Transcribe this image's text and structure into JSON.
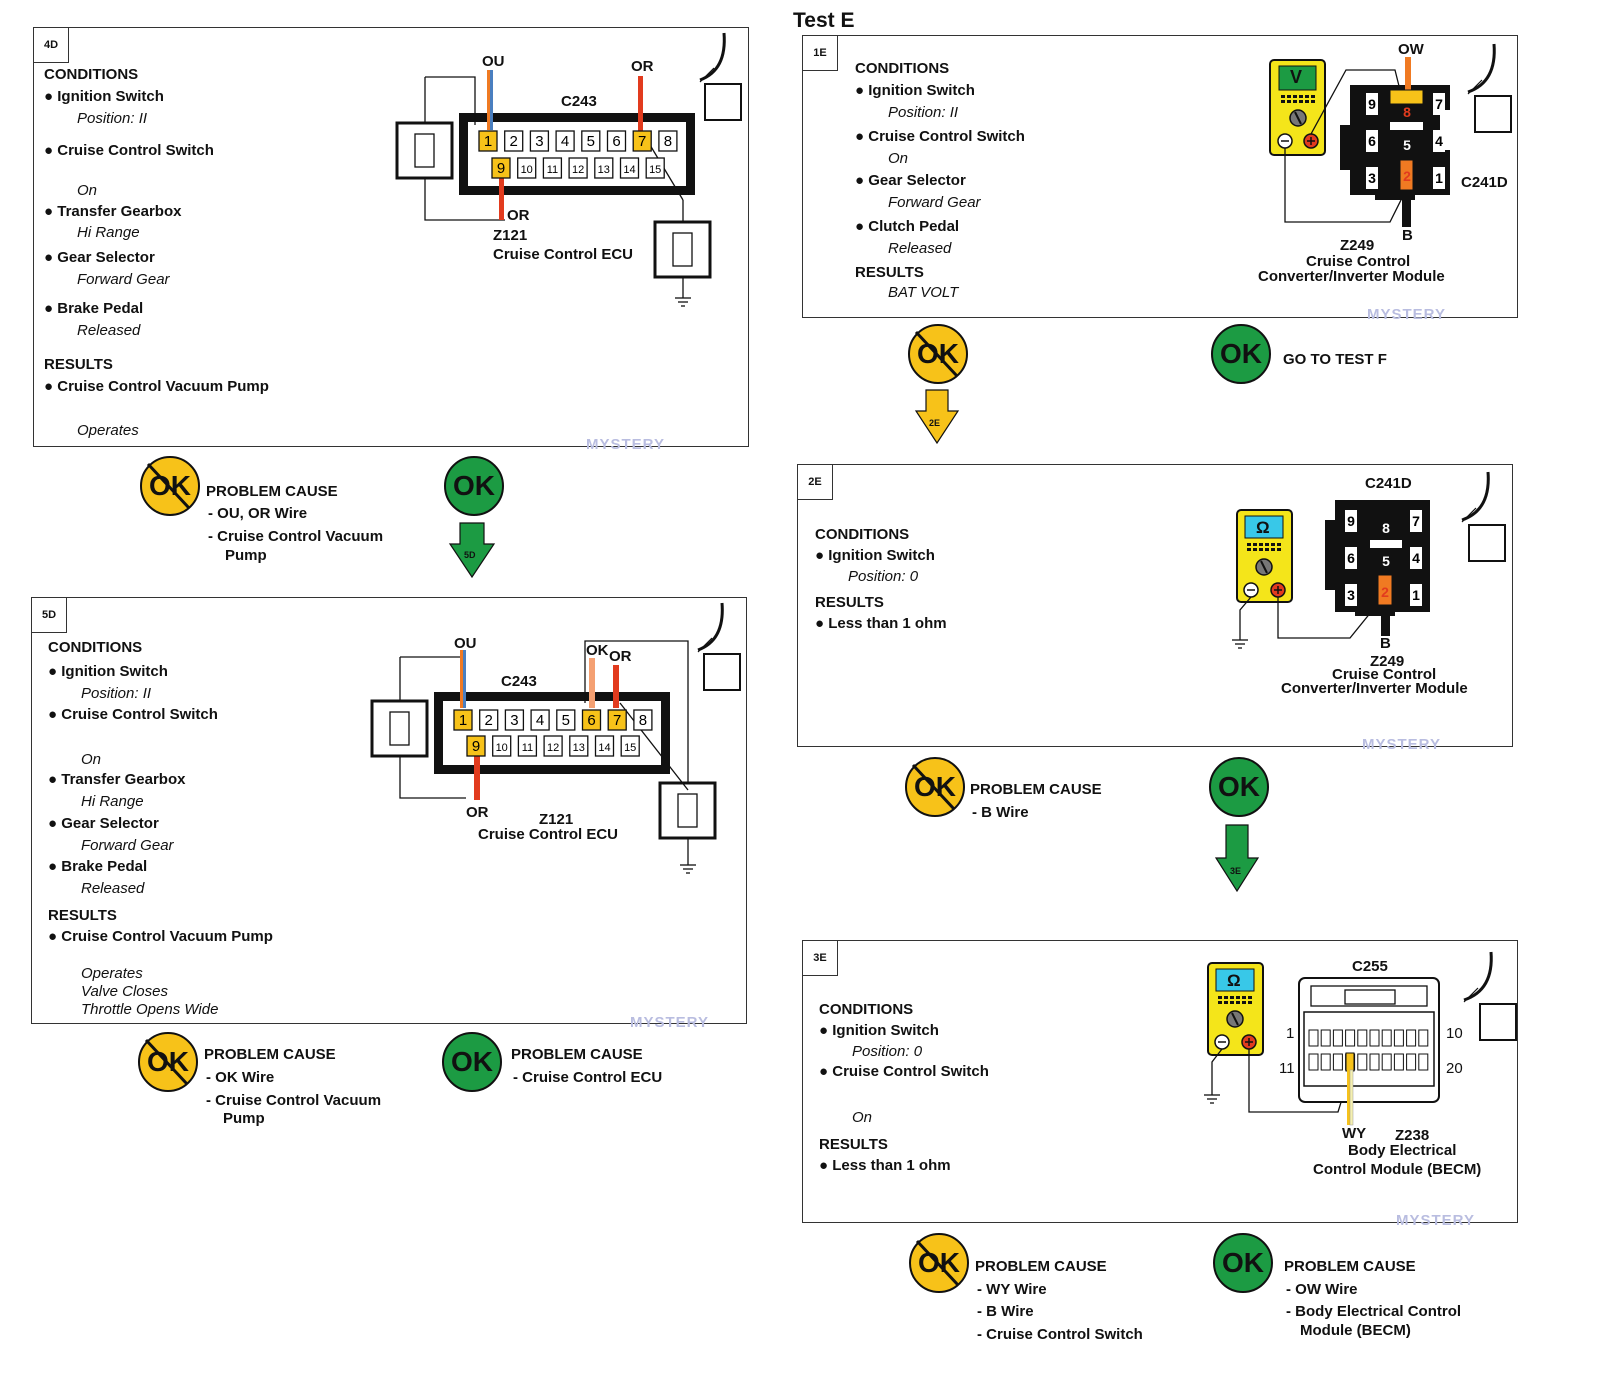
{
  "title": "Test E",
  "watermark": "MYSTERY",
  "ok_label": "OK",
  "labels": {
    "conditions": "CONDITIONS",
    "results": "RESULTS",
    "problem_cause": "PROBLEM CAUSE",
    "goto_f": "GO TO TEST F"
  },
  "p4d": {
    "id": "4D",
    "conds": [
      "Ignition Switch",
      "Position: II",
      "Cruise Control Switch",
      "On",
      "Transfer Gearbox",
      "Hi Range",
      "Gear Selector",
      "Forward Gear",
      "Brake Pedal",
      "Released"
    ],
    "results": [
      "Cruise Control Vacuum Pump",
      "Operates"
    ],
    "wires": [
      "OU",
      "OR",
      "OR"
    ],
    "connector": "C243",
    "module": [
      "Z121",
      "Cruise Control ECU"
    ],
    "pins_top": [
      "1",
      "2",
      "3",
      "4",
      "5",
      "6",
      "7",
      "8"
    ],
    "pins_bot": [
      "9",
      "10",
      "11",
      "12",
      "13",
      "14",
      "15"
    ],
    "nok_cause": [
      "-  OU, OR   Wire",
      "-   Cruise Control Vacuum",
      "Pump"
    ],
    "arrow": "5D"
  },
  "p5d": {
    "id": "5D",
    "conds": [
      "Ignition Switch",
      "Position: II",
      "Cruise Control Switch",
      "On",
      "Transfer Gearbox",
      "Hi Range",
      "Gear Selector",
      "Forward Gear",
      "Brake Pedal",
      "Released"
    ],
    "results": [
      "Cruise Control Vacuum Pump",
      "Operates",
      "Valve Closes",
      "Throttle Opens Wide"
    ],
    "wires": [
      "OU",
      "OK",
      "OR",
      "OR"
    ],
    "connector": "C243",
    "module": [
      "Z121",
      "Cruise Control ECU"
    ],
    "nok_cause": [
      "-  OK    Wire",
      "-   Cruise Control Vacuum",
      "Pump"
    ],
    "ok_cause": [
      "-    Cruise Control ECU"
    ]
  },
  "p1e": {
    "id": "1E",
    "conds": [
      "Ignition Switch",
      "Position: II",
      "Cruise Control Switch",
      "On",
      "Gear Selector",
      "Forward Gear",
      "Clutch Pedal",
      "Released"
    ],
    "results": [
      "BAT VOLT"
    ],
    "meter": "V",
    "wires": [
      "OW",
      "B"
    ],
    "connector": "C241D",
    "pins": [
      "9",
      "8",
      "7",
      "6",
      "5",
      "4",
      "3",
      "2",
      "1"
    ],
    "module": [
      "Z249",
      "Cruise Control",
      "Converter/Inverter Module"
    ],
    "arrow": "2E"
  },
  "p2e": {
    "id": "2E",
    "conds": [
      "Ignition Switch",
      "Position: 0"
    ],
    "results": [
      "Less than 1 ohm"
    ],
    "meter": "Ω",
    "wires": [
      "B"
    ],
    "connector": "C241D",
    "module": [
      "Z249",
      "Cruise Control",
      "Converter/Inverter Module"
    ],
    "nok_cause": [
      "-  B   Wire"
    ],
    "arrow": "3E"
  },
  "p3e": {
    "id": "3E",
    "conds": [
      "Ignition Switch",
      "Position: 0",
      "Cruise Control Switch",
      "On"
    ],
    "results": [
      "Less than 1 ohm"
    ],
    "meter": "Ω",
    "wires": [
      "WY"
    ],
    "connector": "C255",
    "pin_nums": [
      "1",
      "10",
      "11",
      "20"
    ],
    "module": [
      "Z238",
      "Body Electrical",
      "Control Module  (BECM)"
    ],
    "nok_cause": [
      "-  WY  Wire",
      "-  B     Wire",
      "-  Cruise Control Switch"
    ],
    "ok_cause": [
      "-  OW   Wire",
      "-  Body Electrical Control",
      "Module (BECM)"
    ]
  },
  "colors": {
    "yellow": "#f7c219",
    "green": "#1c9b43",
    "orange": "#f07a22",
    "red": "#e23b1e",
    "blue": "#4a7fc0",
    "cyan": "#38c8e8"
  }
}
